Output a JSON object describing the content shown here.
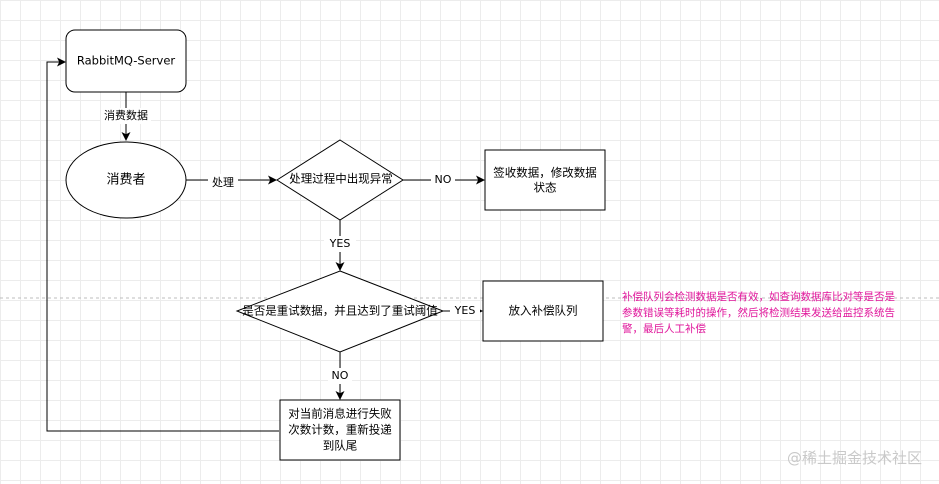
{
  "nodes": {
    "server": "RabbitMQ-Server",
    "consumer": "消费者",
    "exception": "处理过程中出现异常",
    "ack": [
      "签收数据，修改数据",
      "状态"
    ],
    "retry_check": "是否是重试数据，并且达到了重试阈值",
    "compensation": "放入补偿队列",
    "requeue": [
      "对当前消息进行失败",
      "次数计数，重新投递",
      "到队尾"
    ]
  },
  "edges": {
    "consume_data": "消费数据",
    "process": "处理",
    "no_1": "NO",
    "yes_1": "YES",
    "yes_2": "YES",
    "no_2": "NO"
  },
  "note": [
    "补偿队列会检测数据是否有效，如查询数据库比对等是否是",
    "参数错误等耗时的操作，然后将检测结果发送给监控系统告",
    "警，最后人工补偿"
  ],
  "watermark": "@稀土掘金技术社区",
  "colors": {
    "stroke": "#000000",
    "note_text": "#e0169b",
    "grid": "#ececec",
    "guide_line": "#bdbdbd"
  }
}
